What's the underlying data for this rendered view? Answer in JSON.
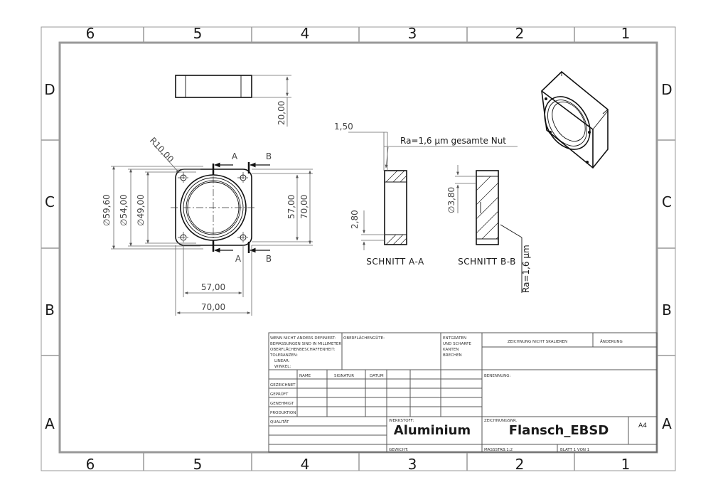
{
  "zones": {
    "columns": [
      "6",
      "5",
      "4",
      "3",
      "2",
      "1"
    ],
    "rows": [
      "D",
      "C",
      "B",
      "A"
    ]
  },
  "dimensions": {
    "height_top": "20,00",
    "radius": "R10,00",
    "dia_outer": "∅59,60",
    "dia_mid": "∅54,00",
    "dia_inner": "∅49,00",
    "height_57": "57,00",
    "height_70": "70,00",
    "width_57": "57,00",
    "width_70": "70,00",
    "groove_depth": "1,50",
    "groove_height": "2,80",
    "bore_dia": "∅3,80"
  },
  "annotations": {
    "surface_groove": "Ra=1,6 µm gesamte Nut",
    "surface_b": "Ra=1,6 µm",
    "section_a": "SCHNITT A-A",
    "section_b": "SCHNITT B-B",
    "cut_a": "A",
    "cut_b": "B"
  },
  "title_block": {
    "general_note_lines": [
      "WENN NICHT ANDERS DEFINIERT:",
      "BEMASSUNGEN SIND IN MILLIMETER",
      "OBERFLÄCHENBESCHAFFENHEIT:",
      "TOLERANZEN:",
      "LINEAR:",
      "WINKEL:"
    ],
    "surface_treatment": "OBERFLÄCHENGÜTE:",
    "deburr_lines": [
      "ENTGRATEN",
      "UND SCHARFE",
      "KANTEN",
      "BRECHEN"
    ],
    "no_scale": "ZEICHNUNG NICHT SKALIEREN",
    "revision": "ÄNDERUNG",
    "header_name": "NAME",
    "header_signature": "SIGNATUR",
    "header_date": "DATUM",
    "row_labels": [
      "GEZEICHNET",
      "GEPRÜFT",
      "GENEHMIGT",
      "PRODUKTION",
      "QUALITÄT"
    ],
    "designation_label": "BENENNUNG:",
    "material_label": "WERKSTOFF:",
    "material": "Aluminium",
    "drawing_no_label": "ZEICHNUNGSNR.",
    "drawing_no": "Flansch_EBSD",
    "format": "A4",
    "weight_label": "GEWICHT:",
    "scale_label": "MASSSTAB:1:2",
    "sheet_label": "BLATT 1 VON 1"
  }
}
